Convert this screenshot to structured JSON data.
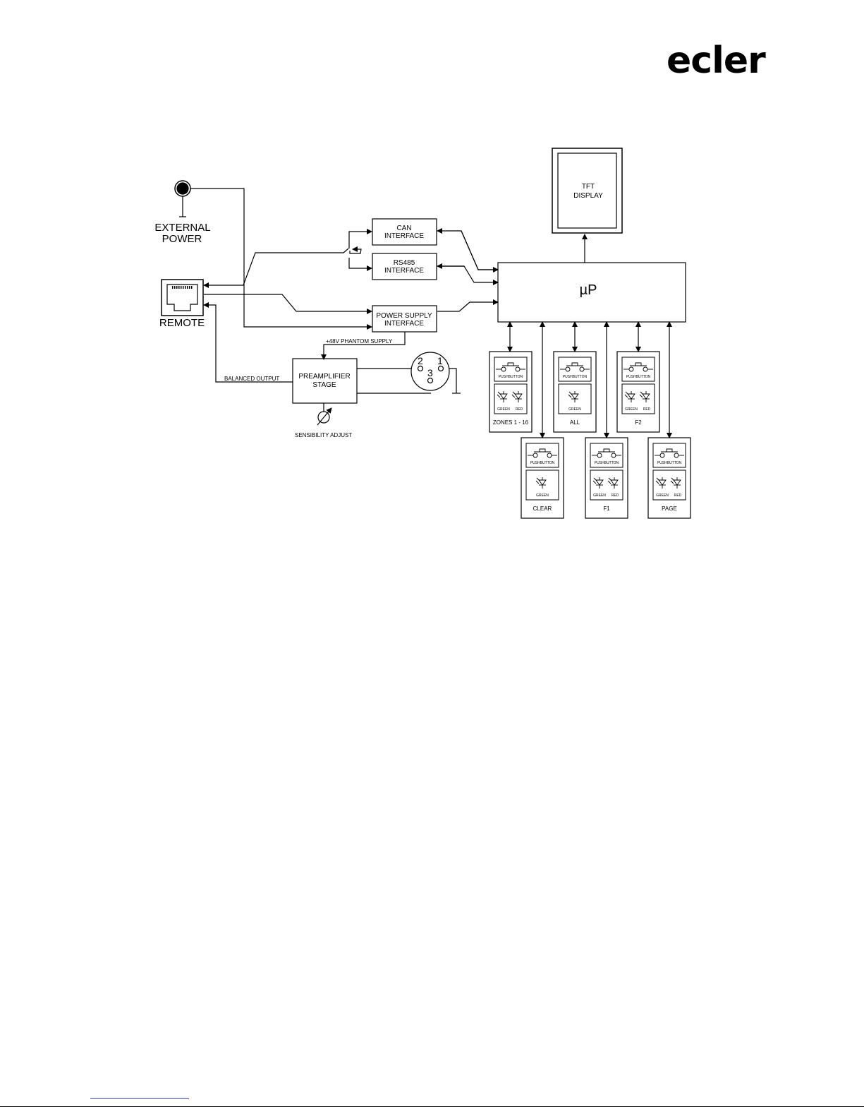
{
  "logo": {
    "text": "ecler"
  },
  "labels": {
    "external_power": [
      "EXTERNAL",
      "POWER"
    ],
    "remote": "REMOTE",
    "can_interface": [
      "CAN",
      "INTERFACE"
    ],
    "rs485_interface": [
      "RS485",
      "INTERFACE"
    ],
    "power_supply_interface": [
      "POWER SUPPLY",
      "INTERFACE"
    ],
    "phantom_supply": "+48V PHANTOM SUPPLY",
    "preamplifier_stage": [
      "PREAMPLIFIER",
      "STAGE"
    ],
    "balanced_output": "BALANCED OUTPUT",
    "sensibility_adjust": "SENSIBILITY ADJUST",
    "xlr_pins": [
      "2",
      "1",
      "3"
    ],
    "tft_display": [
      "TFT",
      "DISPLAY"
    ],
    "microprocessor": "µP"
  },
  "modules": [
    {
      "label": "ZONES 1 - 16",
      "pushbutton": "PUSHBUTTON",
      "leds": [
        "GREEN",
        "RED"
      ]
    },
    {
      "label": "ALL",
      "pushbutton": "PUSHBUTTON",
      "leds": [
        "GREEN"
      ]
    },
    {
      "label": "F2",
      "pushbutton": "PUSHBUTTON",
      "leds": [
        "GREEN",
        "RED"
      ]
    },
    {
      "label": "CLEAR",
      "pushbutton": "PUSHBUTTON",
      "leds": [
        "GREEN"
      ]
    },
    {
      "label": "F1",
      "pushbutton": "PUSHBUTTON",
      "leds": [
        "GREEN",
        "RED"
      ]
    },
    {
      "label": "PAGE",
      "pushbutton": "PUSHBUTTON",
      "leds": [
        "GREEN",
        "RED"
      ]
    }
  ]
}
